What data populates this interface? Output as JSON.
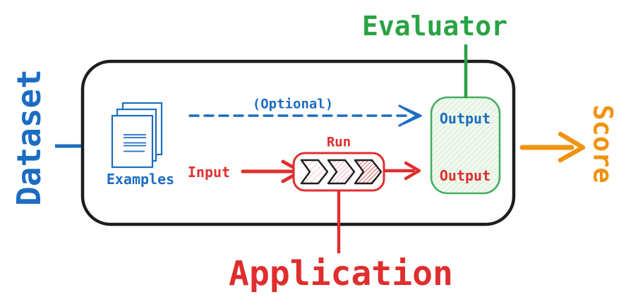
{
  "labels": {
    "dataset": "Dataset",
    "evaluator": "Evaluator",
    "application": "Application",
    "score": "Score",
    "examples": "Examples",
    "optional": "(Optional)",
    "input": "Input",
    "run": "Run",
    "evaluator_output": "Output",
    "application_output": "Output"
  },
  "colors": {
    "dataset_blue": "#1c6dc2",
    "application_red": "#e02e2e",
    "evaluator_green": "#2aa344",
    "evaluator_box_border": "#48ad60",
    "evaluator_box_fill": "#f0f9ee",
    "score_orange": "#f0930f",
    "outline_black": "#1d1d1d"
  },
  "icons": {
    "examples": "documents-stack-icon",
    "run": "chevron-steps-icon"
  }
}
